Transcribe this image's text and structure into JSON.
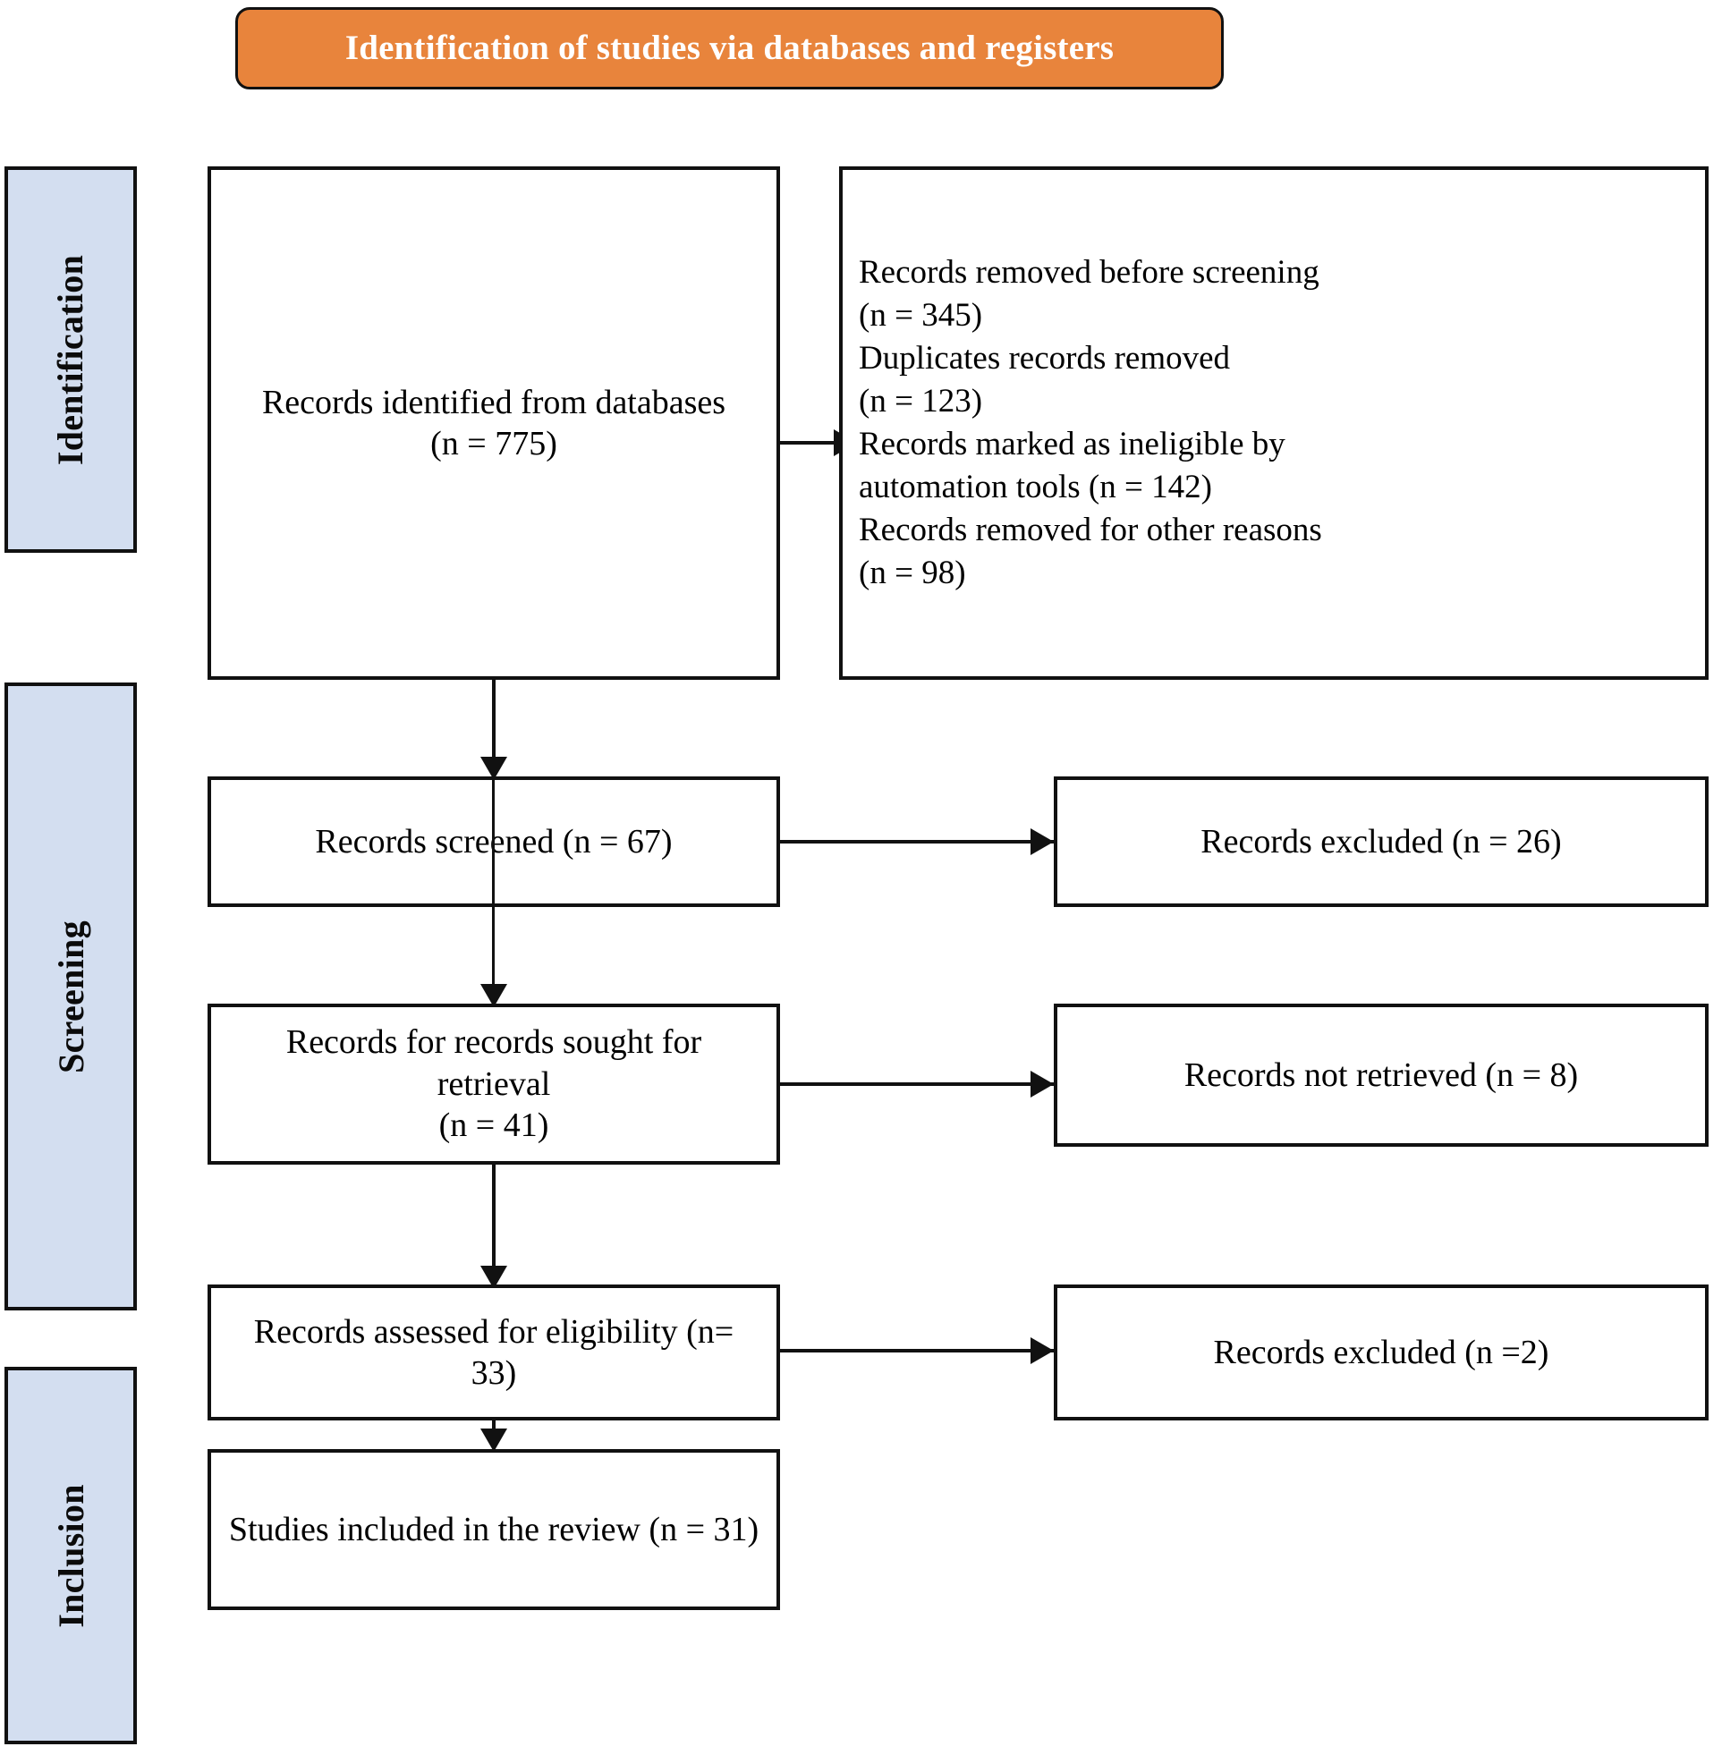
{
  "header": {
    "title": "Identification of studies via databases and registers",
    "background_color": "#E8843C",
    "text_color": "#FFFFFF"
  },
  "stages": [
    {
      "label": "Identification"
    },
    {
      "label": "Screening"
    },
    {
      "label": "Inclusion"
    }
  ],
  "stage_box_color": "#D3DEF0",
  "boxes": {
    "identified": {
      "line1": "Records identified from databases",
      "line2": "(n = 775)"
    },
    "removed": {
      "line1": "Records removed before screening",
      "line2": "(n = 345)",
      "line3": "Duplicates records removed",
      "line4": "(n = 123)",
      "line5": "Records marked as ineligible by",
      "line6": "automation tools (n = 142)",
      "line7": "Records removed for other reasons",
      "line8": "(n = 98)"
    },
    "screened": {
      "text": "Records screened (n = 67)"
    },
    "excluded_screened": {
      "text": "Records excluded (n = 26)"
    },
    "sought": {
      "line1": "Records for records sought for retrieval",
      "line2": "(n = 41)"
    },
    "not_retrieved": {
      "text": "Records not retrieved (n = 8)"
    },
    "assessed": {
      "text": "Records assessed for eligibility (n= 33)"
    },
    "excluded_assessed": {
      "text": "Records excluded (n =2)"
    },
    "included": {
      "text": "Studies included in the review (n = 31)"
    }
  },
  "chart_data": {
    "type": "diagram",
    "title": "Identification of studies via databases and registers",
    "nodes": [
      {
        "id": "identified",
        "stage": "Identification",
        "label": "Records identified from databases",
        "n": 775
      },
      {
        "id": "removed",
        "stage": "Identification",
        "label": "Records removed before screening",
        "n": 345
      },
      {
        "id": "duplicates",
        "stage": "Identification",
        "label": "Duplicates records removed",
        "n": 123
      },
      {
        "id": "ineligible",
        "stage": "Identification",
        "label": "Records marked as ineligible by automation tools",
        "n": 142
      },
      {
        "id": "other_reasons",
        "stage": "Identification",
        "label": "Records removed for other reasons",
        "n": 98
      },
      {
        "id": "screened",
        "stage": "Screening",
        "label": "Records screened",
        "n": 67
      },
      {
        "id": "excluded_screened",
        "stage": "Screening",
        "label": "Records excluded",
        "n": 26
      },
      {
        "id": "sought",
        "stage": "Screening",
        "label": "Records for records sought for retrieval",
        "n": 41
      },
      {
        "id": "not_retrieved",
        "stage": "Screening",
        "label": "Records not retrieved",
        "n": 8
      },
      {
        "id": "assessed",
        "stage": "Screening",
        "label": "Records assessed for eligibility",
        "n": 33
      },
      {
        "id": "excluded_assessed",
        "stage": "Screening",
        "label": "Records excluded",
        "n": 2
      },
      {
        "id": "included",
        "stage": "Inclusion",
        "label": "Studies included in the review",
        "n": 31
      }
    ],
    "edges": [
      {
        "from": "identified",
        "to": "removed"
      },
      {
        "from": "identified",
        "to": "screened"
      },
      {
        "from": "screened",
        "to": "excluded_screened"
      },
      {
        "from": "screened",
        "to": "sought"
      },
      {
        "from": "sought",
        "to": "not_retrieved"
      },
      {
        "from": "sought",
        "to": "assessed"
      },
      {
        "from": "assessed",
        "to": "excluded_assessed"
      },
      {
        "from": "assessed",
        "to": "included"
      }
    ]
  }
}
